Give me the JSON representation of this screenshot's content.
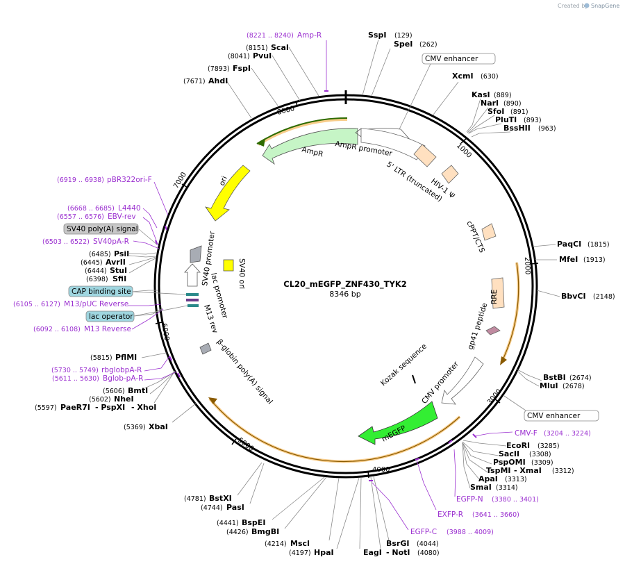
{
  "brand": {
    "created_by": "Created by",
    "name": "SnapGene"
  },
  "plasmid": {
    "name": "CL20_mEGFP_ZNF430_TYK2",
    "length": "8346 bp"
  },
  "ticks": [
    "1000",
    "2000",
    "3000",
    "4000",
    "5000",
    "6000",
    "7000",
    "8000"
  ],
  "enzymes": [
    {
      "name": "SspI",
      "pos": "(129)"
    },
    {
      "name": "SpeI",
      "pos": "(262)"
    },
    {
      "name": "XcmI",
      "pos": "(630)"
    },
    {
      "name": "KasI",
      "pos": "(889)"
    },
    {
      "name": "NarI",
      "pos": "(890)"
    },
    {
      "name": "SfoI",
      "pos": "(891)"
    },
    {
      "name": "PluTI",
      "pos": "(893)"
    },
    {
      "name": "BssHII",
      "pos": "(963)"
    },
    {
      "name": "PaqCI",
      "pos": "(1815)"
    },
    {
      "name": "MfeI",
      "pos": "(1913)"
    },
    {
      "name": "BbvCI",
      "pos": "(2148)"
    },
    {
      "name": "BstBI",
      "pos": "(2674)"
    },
    {
      "name": "MluI",
      "pos": "(2678)"
    },
    {
      "name": "EcoRI",
      "pos": "(3285)"
    },
    {
      "name": "SacII",
      "pos": "(3308)"
    },
    {
      "name": "PspOMI",
      "pos": "(3309)"
    },
    {
      "name": "TspMI",
      "pos": "",
      "joiner": "- XmaI",
      "pos2": "(3312)"
    },
    {
      "name": "ApaI",
      "pos": "(3313)"
    },
    {
      "name": "SmaI",
      "pos": "(3314)"
    },
    {
      "name": "BsrGI",
      "pos": "(4044)"
    },
    {
      "name": "EagI",
      "pos": "",
      "joiner": "- NotI",
      "pos2": "(4080)"
    },
    {
      "name": "HpaI",
      "pos": "(4197)"
    },
    {
      "name": "MscI",
      "pos": "(4214)"
    },
    {
      "name": "BmgBI",
      "pos": "(4426)"
    },
    {
      "name": "BspEI",
      "pos": "(4441)"
    },
    {
      "name": "PasI",
      "pos": "(4744)"
    },
    {
      "name": "BstXI",
      "pos": "(4781)"
    },
    {
      "name": "XbaI",
      "pos": "(5369)"
    },
    {
      "name": "PaeR7I",
      "pos": "(5597)",
      "joiner": "- PspXI",
      "joiner2": "- XhoI"
    },
    {
      "name": "NheI",
      "pos": "(5602)"
    },
    {
      "name": "BmtI",
      "pos": "(5606)"
    },
    {
      "name": "PflMI",
      "pos": "(5815)"
    },
    {
      "name": "SfiI",
      "pos": "(6398)"
    },
    {
      "name": "StuI",
      "pos": "(6444)"
    },
    {
      "name": "AvrII",
      "pos": "(6445)"
    },
    {
      "name": "PsiI",
      "pos": "(6485)"
    },
    {
      "name": "AhdI",
      "pos": "(7671)"
    },
    {
      "name": "FspI",
      "pos": "(7893)"
    },
    {
      "name": "PvuI",
      "pos": "(8041)"
    },
    {
      "name": "ScaI",
      "pos": "(8151)"
    }
  ],
  "primers": [
    {
      "name": "Amp-R",
      "range": "(8221 .. 8240)"
    },
    {
      "name": "pBR322ori-F",
      "range": "(6919 .. 6938)"
    },
    {
      "name": "L4440",
      "range": "(6668 .. 6685)"
    },
    {
      "name": "EBV-rev",
      "range": "(6557 .. 6576)"
    },
    {
      "name": "SV40pA-R",
      "range": "(6503 .. 6522)"
    },
    {
      "name": "M13/pUC Reverse",
      "range": "(6105 .. 6127)"
    },
    {
      "name": "M13 Reverse",
      "range": "(6092 .. 6108)"
    },
    {
      "name": "rbglobpA-R",
      "range": "(5730 .. 5749)"
    },
    {
      "name": "Bglob-pA-R",
      "range": "(5611 .. 5630)"
    },
    {
      "name": "CMV-F",
      "range": "(3204 .. 3224)"
    },
    {
      "name": "EGFP-N",
      "range": "(3380 .. 3401)"
    },
    {
      "name": "EXFP-R",
      "range": "(3641 .. 3660)"
    },
    {
      "name": "EGFP-C",
      "range": "(3988 .. 4009)"
    }
  ],
  "boxed_features": [
    {
      "name": "CMV enhancer"
    },
    {
      "name": "CMV enhancer"
    },
    {
      "name": "SV40 poly(A) signal"
    },
    {
      "name": "CAP binding site"
    },
    {
      "name": "lac operator"
    }
  ],
  "features": [
    {
      "name": "AmpR promoter"
    },
    {
      "name": "AmpR"
    },
    {
      "name": "5' LTR (truncated)"
    },
    {
      "name": "HIV-1 Ψ"
    },
    {
      "name": "ori"
    },
    {
      "name": "cPPT/CTS"
    },
    {
      "name": "RRE"
    },
    {
      "name": "gp41 peptide"
    },
    {
      "name": "CMV promoter"
    },
    {
      "name": "Kozak sequence"
    },
    {
      "name": "mEGFP"
    },
    {
      "name": "SV40 promoter"
    },
    {
      "name": "SV40 ori"
    },
    {
      "name": "lac promoter"
    },
    {
      "name": "M13 rev"
    },
    {
      "name": "β-globin poly(A) signal"
    }
  ],
  "colors": {
    "backbone": "#000000",
    "enzyme_line": "#8a8a8a",
    "primer": "#9b30d0",
    "ampr": "#c6f5c6",
    "ori": "#ffff00",
    "egfp": "#33ee33",
    "ltr": "#ffe0c0",
    "gp41": "#c08aa0",
    "sv40_promoter": "#a8acb4",
    "orf_highlight": "#f5b85a",
    "cap_box": "#9fd6e0",
    "lac_box": "#9fd6e0",
    "sv40_box": "#c8c8c8"
  }
}
